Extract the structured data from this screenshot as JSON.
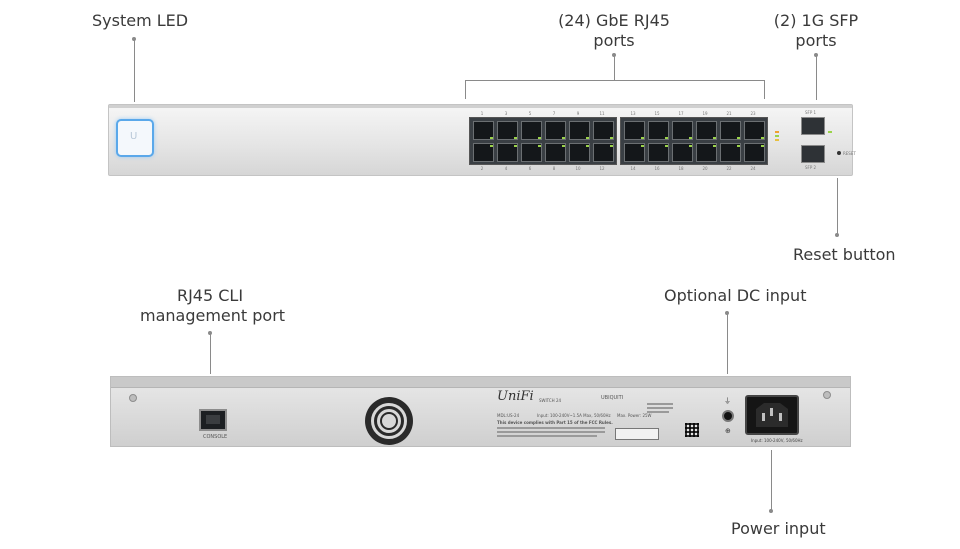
{
  "callouts": {
    "system_led": "System LED",
    "rj45_ports_line1": "(24) GbE RJ45",
    "rj45_ports_line2": "ports",
    "sfp_ports_line1": "(2) 1G SFP",
    "sfp_ports_line2": "ports",
    "reset_button": "Reset button",
    "cli_port_line1": "RJ45 CLI",
    "cli_port_line2": "management port",
    "dc_input": "Optional DC input",
    "power_input": "Power input"
  },
  "front_panel": {
    "port_numbers_top": [
      "1",
      "3",
      "5",
      "7",
      "9",
      "11",
      "13",
      "15",
      "17",
      "19",
      "21",
      "23"
    ],
    "port_numbers_bottom": [
      "2",
      "4",
      "6",
      "8",
      "10",
      "12",
      "14",
      "16",
      "18",
      "20",
      "22",
      "24"
    ],
    "sfp_labels": [
      "SFP 1",
      "SFP 2"
    ],
    "reset_label": "RESET",
    "led_colors": {
      "system": "#5aa8ea",
      "link": "#9bd34a"
    }
  },
  "rear_panel": {
    "console_label": "CONSOLE",
    "brand_unifi": "UniFi",
    "brand_model": "SWITCH 24",
    "brand_ubiquiti": "UBIQUITI",
    "model_code": "MDL:US-24",
    "power_rating": "Input: 100-240V~1.5A Max, 50/60Hz",
    "max_power": "Max. Power: 25W",
    "fcc_heading": "This device complies with Part 15 of the FCC Rules.",
    "ac_caption": "Input: 100-240V, 50/60Hz"
  }
}
